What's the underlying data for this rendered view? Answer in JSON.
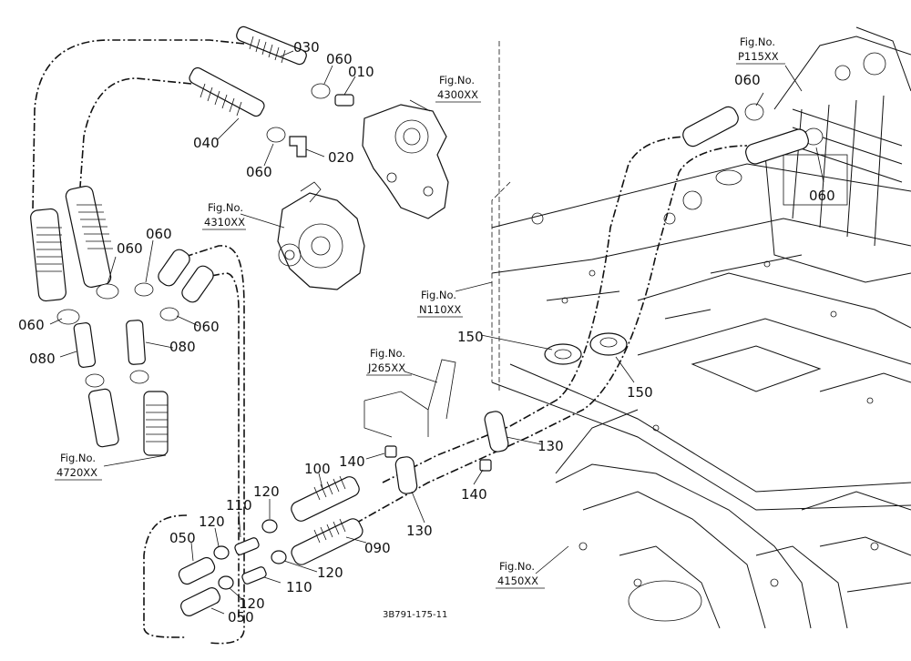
{
  "part_labels": {
    "p030": "030",
    "p060a": "060",
    "p010": "010",
    "p040": "040",
    "p060b": "060",
    "p020": "020",
    "p060c": "060",
    "p060d": "060",
    "p060e": "060",
    "p060f": "060",
    "p080a": "080",
    "p080b": "080",
    "p060g": "060",
    "p060h": "060",
    "p150a": "150",
    "p150b": "150",
    "p130a": "130",
    "p130b": "130",
    "p140a": "140",
    "p140b": "140",
    "p100": "100",
    "p120a": "120",
    "p110a": "110",
    "p120b": "120",
    "p050a": "050",
    "p090": "090",
    "p120c": "120",
    "p110b": "110",
    "p120d": "120",
    "p050b": "050"
  },
  "fig_refs": {
    "f4300": {
      "title": "Fig.No.",
      "code": "4300XX"
    },
    "f4310": {
      "title": "Fig.No.",
      "code": "4310XX"
    },
    "fP115": {
      "title": "Fig.No.",
      "code": "P115XX"
    },
    "fN110": {
      "title": "Fig.No.",
      "code": "N110XX"
    },
    "fJ265": {
      "title": "Fig.No.",
      "code": "J265XX"
    },
    "f4720": {
      "title": "Fig.No.",
      "code": "4720XX"
    },
    "f4150": {
      "title": "Fig.No.",
      "code": "4150XX"
    }
  },
  "drawing_code": "3B791-175-11"
}
